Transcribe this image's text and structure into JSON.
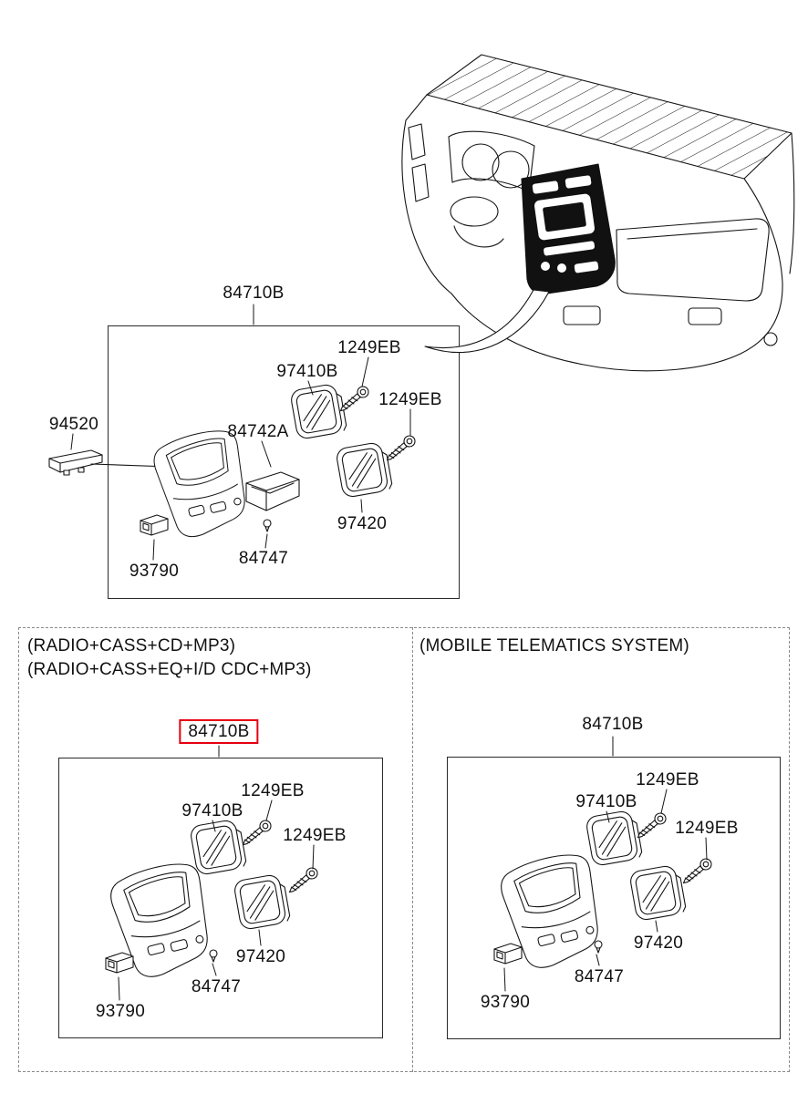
{
  "page": {
    "background_color": "#ffffff",
    "line_color": "#111111",
    "highlight_color": "#e60012"
  },
  "illustrations": [
    "dashboard-overview",
    "center-fascia-panel",
    "air-vent",
    "tapping-screw",
    "clock-unit",
    "bracket-tray",
    "blanking-switch",
    "clip-fastener"
  ],
  "top_assembly": {
    "label": "84710B",
    "callouts": {
      "screw_top": "1249EB",
      "vent_upper": "97410B",
      "screw_right": "1249EB",
      "clock": "94520",
      "bracket": "84742A",
      "vent_lower": "97420",
      "clip": "84747",
      "switch": "93790"
    }
  },
  "variant_left": {
    "header_line1": "(RADIO+CASS+CD+MP3)",
    "header_line2": "(RADIO+CASS+EQ+I/D CDC+MP3)",
    "assembly_label": "84710B",
    "assembly_highlighted": true,
    "callouts": {
      "screw_top": "1249EB",
      "vent_upper": "97410B",
      "screw_right": "1249EB",
      "vent_lower": "97420",
      "clip": "84747",
      "switch": "93790"
    }
  },
  "variant_right": {
    "header": "(MOBILE TELEMATICS SYSTEM)",
    "assembly_label": "84710B",
    "assembly_highlighted": false,
    "callouts": {
      "screw_top": "1249EB",
      "vent_upper": "97410B",
      "screw_right": "1249EB",
      "vent_lower": "97420",
      "clip": "84747",
      "switch": "93790"
    }
  }
}
